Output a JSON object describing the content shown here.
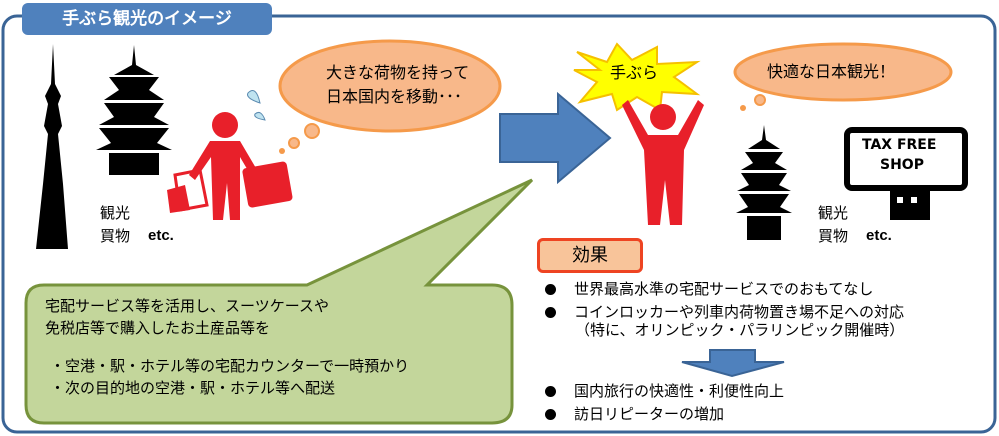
{
  "title": "手ぶら観光のイメージ",
  "before": {
    "thought": [
      "大きな荷物を持って",
      "日本国内を移動･･･"
    ],
    "labels": [
      "観光",
      "買物"
    ],
    "etc": "etc."
  },
  "callout": {
    "lines": [
      "宅配サービス等を活用し、スーツケースや",
      "免税店等で購入したお土産品等を"
    ],
    "items": [
      "・空港・駅・ホテル等の宅配カウンターで一時預かり",
      "・次の目的地の空港・駅・ホテル等へ配送"
    ]
  },
  "after": {
    "burst": "手ぶら",
    "thought": "快適な日本観光！",
    "labels": [
      "観光",
      "買物"
    ],
    "etc": "etc.",
    "shop": [
      "TAX FREE",
      "SHOP"
    ]
  },
  "effect": {
    "heading": "効果",
    "bullets": [
      "世界最高水準の宅配サービスでのおもてなし",
      "コインロッカーや列車内荷物置き場不足への対応"
    ],
    "note": "（特に、オリンピック・パラリンピック開催時）",
    "results": [
      "国内旅行の快適性・利便性向上",
      "訪日リピーターの増加"
    ]
  },
  "colors": {
    "frame": "#3a6496",
    "title": "#4f81bd",
    "cloud": "#f8b88a",
    "cloud_stroke": "#f59a4a",
    "green": "#c3d69b",
    "person": "#e8202a",
    "arrow": "#4f81bd"
  }
}
